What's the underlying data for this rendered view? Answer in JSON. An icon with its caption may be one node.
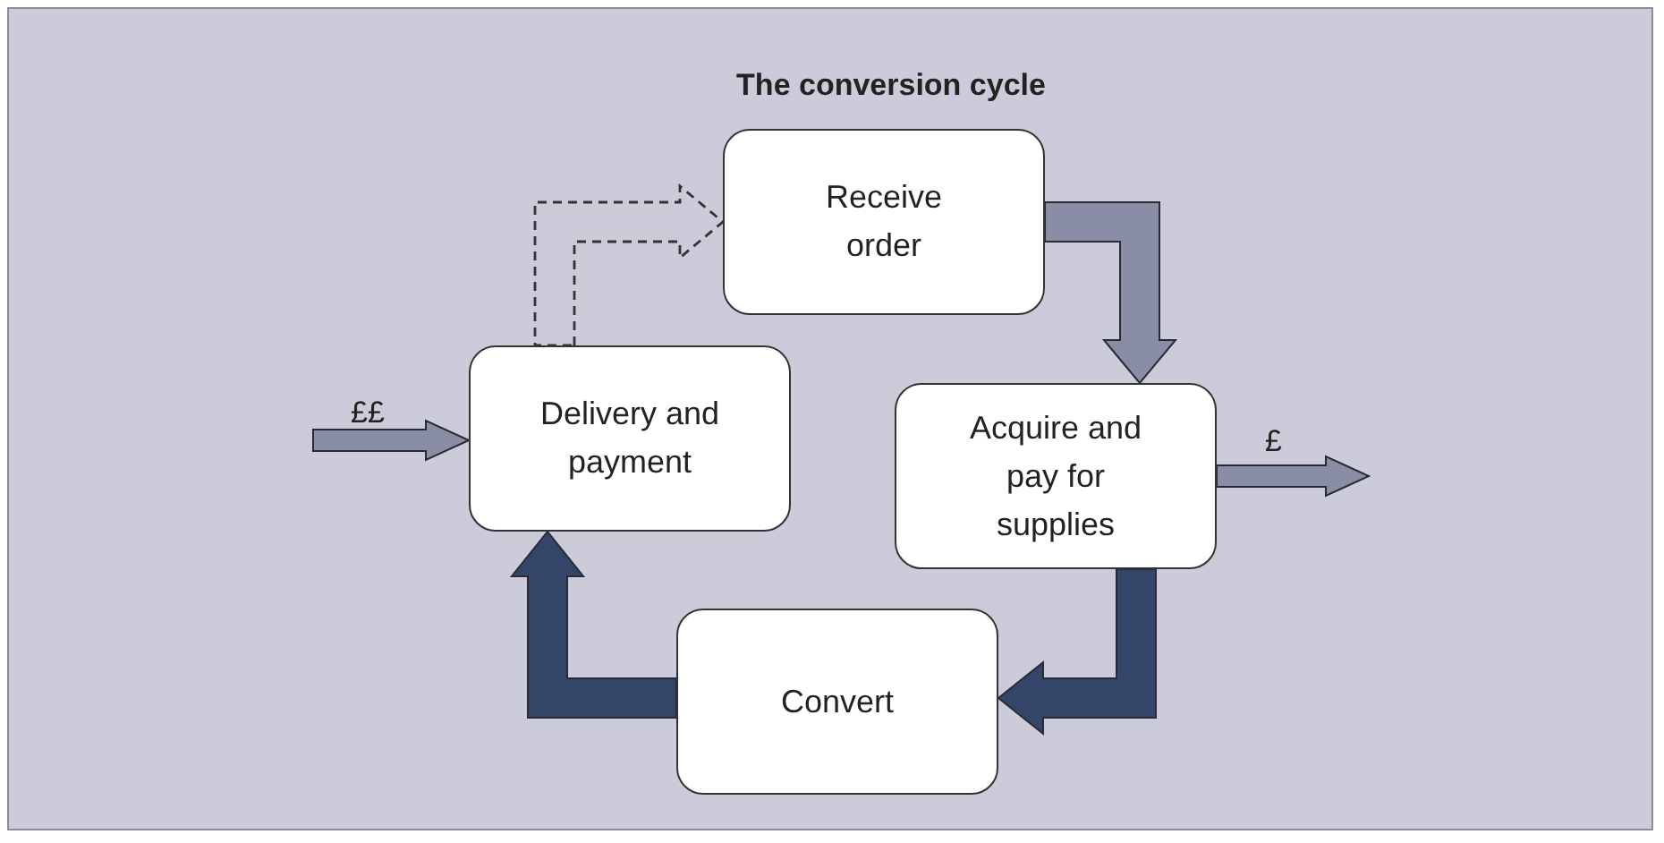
{
  "diagram": {
    "title": "The conversion cycle",
    "nodes": [
      {
        "text": [
          "Receive order"
        ]
      },
      {
        "text": [
          "Delivery and payment"
        ]
      },
      {
        "text": [
          "Acquire and pay for supplies"
        ]
      },
      {
        "text": [
          "Convert"
        ]
      }
    ],
    "edges": [
      {
        "from": 0,
        "to": 2,
        "arrow": "to"
      },
      {
        "from": 2,
        "to": 3,
        "arrow": "to",
        "color": "#34456a"
      },
      {
        "from": 3,
        "to": 1,
        "arrow": "to",
        "color": "#34456a"
      },
      {
        "from": 1,
        "to": 0,
        "arrow": "to",
        "style": "dashed",
        "color": "#333333"
      },
      {
        "from": null,
        "to": 1,
        "arrow": "to",
        "label": "££"
      },
      {
        "from": 2,
        "to": null,
        "arrow": "to",
        "label": "£"
      }
    ]
  }
}
